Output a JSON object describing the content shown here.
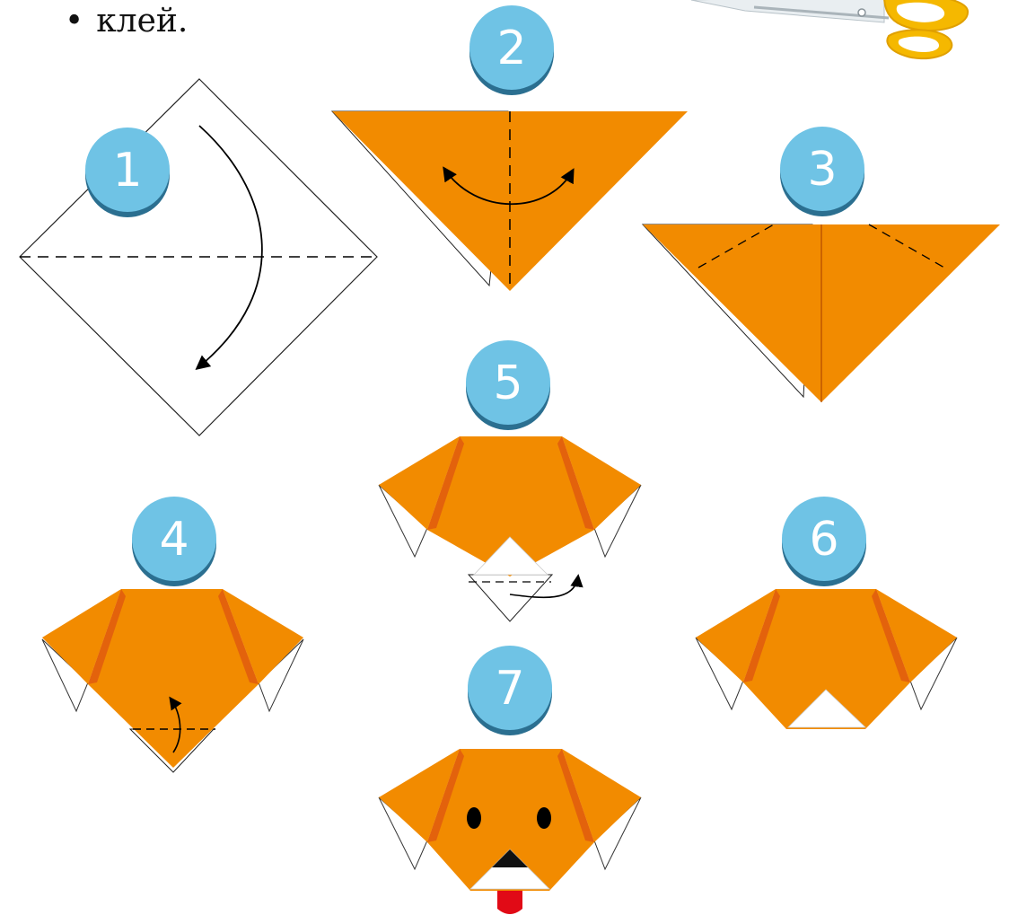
{
  "materials": {
    "bullet": "•",
    "last_item": "клей."
  },
  "icons": [
    "scissors-icon"
  ],
  "colors": {
    "paper_orange": "#f28b00",
    "paper_dark_orange": "#e3620c",
    "badge_blue": "#6fc3e5",
    "badge_blue_shadow": "#2b6f90",
    "tongue_red": "#e10a16",
    "scissors_handle": "#f5b800"
  },
  "steps": [
    {
      "number": "1"
    },
    {
      "number": "2"
    },
    {
      "number": "3"
    },
    {
      "number": "4"
    },
    {
      "number": "5"
    },
    {
      "number": "6"
    },
    {
      "number": "7"
    }
  ]
}
